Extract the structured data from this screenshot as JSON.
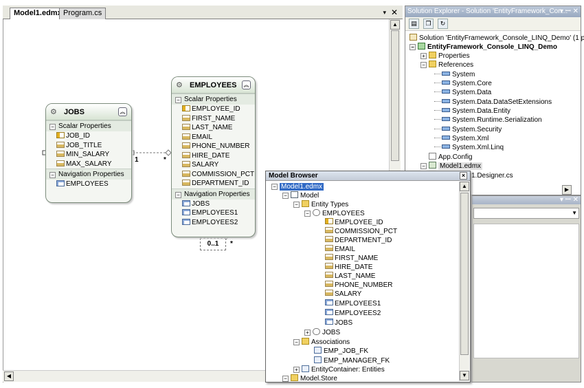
{
  "tabs": {
    "active": "Model1.edmx",
    "other": "Program.cs",
    "dropdown_glyph": "▾",
    "close_glyph": "✕"
  },
  "entities": {
    "jobs": {
      "name": "JOBS",
      "scalar_header": "Scalar Properties",
      "scalar": [
        "JOB_ID",
        "JOB_TITLE",
        "MIN_SALARY",
        "MAX_SALARY"
      ],
      "nav_header": "Navigation Properties",
      "nav": [
        "EMPLOYEES"
      ]
    },
    "employees": {
      "name": "EMPLOYEES",
      "scalar_header": "Scalar Properties",
      "scalar": [
        "EMPLOYEE_ID",
        "FIRST_NAME",
        "LAST_NAME",
        "EMAIL",
        "PHONE_NUMBER",
        "HIRE_DATE",
        "SALARY",
        "COMMISSION_PCT",
        "DEPARTMENT_ID"
      ],
      "nav_header": "Navigation Properties",
      "nav": [
        "JOBS",
        "EMPLOYEES1",
        "EMPLOYEES2"
      ]
    }
  },
  "connectors": {
    "jobs_end": "1",
    "employees_end": "*",
    "self_lower": "0..1",
    "self_upper": "*"
  },
  "solution_explorer": {
    "title": "Solution Explorer - Solution 'EntityFramework_Con...",
    "title_controls": "▾ ꟷ ✕",
    "solution": "Solution 'EntityFramework_Console_LINQ_Demo' (1 p",
    "project": "EntityFramework_Console_LINQ_Demo",
    "properties": "Properties",
    "references": "References",
    "refs": [
      "System",
      "System.Core",
      "System.Data",
      "System.Data.DataSetExtensions",
      "System.Data.Entity",
      "System.Runtime.Serialization",
      "System.Security",
      "System.Xml",
      "System.Xml.Linq"
    ],
    "app_config": "App.Config",
    "model_file": "Model1.edmx",
    "designer_file_partial": "1.Designer.cs"
  },
  "second_pane": {
    "title_controls": "▾ ꟷ ✕"
  },
  "model_browser": {
    "title": "Model Browser",
    "root": "Model1.edmx",
    "model": "Model",
    "entity_types": "Entity Types",
    "employees": "EMPLOYEES",
    "employee_props": [
      "EMPLOYEE_ID",
      "COMMISSION_PCT",
      "DEPARTMENT_ID",
      "EMAIL",
      "FIRST_NAME",
      "HIRE_DATE",
      "LAST_NAME",
      "PHONE_NUMBER",
      "SALARY"
    ],
    "employee_nav": [
      "EMPLOYEES1",
      "EMPLOYEES2",
      "JOBS"
    ],
    "jobs": "JOBS",
    "associations": "Associations",
    "assoc_items": [
      "EMP_JOB_FK",
      "EMP_MANAGER_FK"
    ],
    "container": "EntityContainer: Entities",
    "store": "Model.Store"
  }
}
